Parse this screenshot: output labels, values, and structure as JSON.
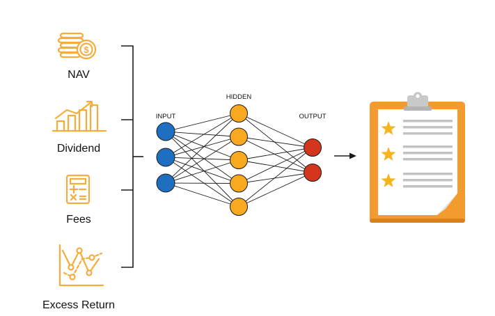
{
  "features": [
    {
      "label": "NAV",
      "icon": "coins-icon"
    },
    {
      "label": "Dividend",
      "icon": "bar-chart-trend-icon"
    },
    {
      "label": "Fees",
      "icon": "calculator-icon"
    },
    {
      "label": "Excess Return",
      "icon": "line-graph-icon"
    }
  ],
  "network": {
    "input_label": "INPUT",
    "hidden_label": "HIDDEN",
    "output_label": "OUTPUT",
    "input_count": 3,
    "hidden_count": 5,
    "output_count": 2
  },
  "result": {
    "icon": "clipboard-rating-icon",
    "stars": 3
  },
  "colors": {
    "accent": "#f6ac3b",
    "input_node": "#1f6fc1",
    "hidden_node": "#f8a91f",
    "output_node": "#d3361c",
    "clipboard": "#f39b2e",
    "line": "#1a1a1a"
  }
}
